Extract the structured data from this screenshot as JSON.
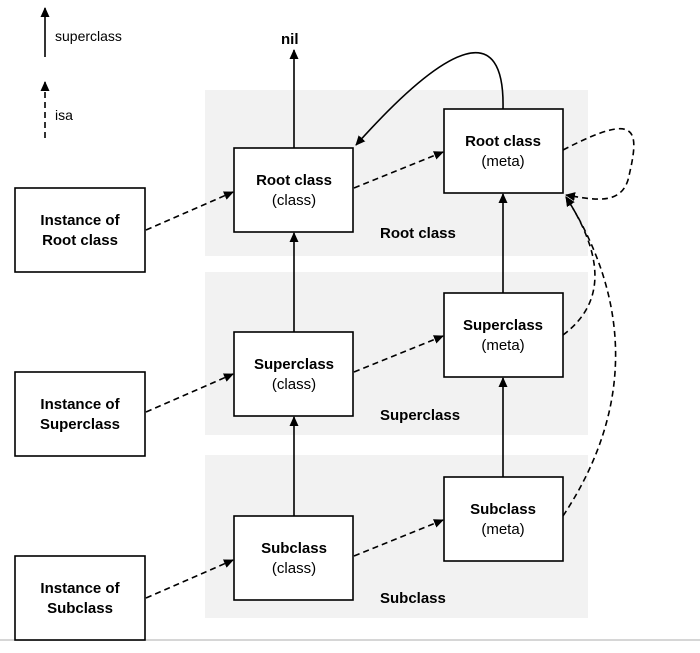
{
  "legend": {
    "superclass_label": "superclass",
    "isa_label": "isa"
  },
  "nil_label": "nil",
  "rows": {
    "root": {
      "band_label": "Root class"
    },
    "super": {
      "band_label": "Superclass"
    },
    "sub": {
      "band_label": "Subclass"
    }
  },
  "instances": {
    "root": [
      "Instance of",
      "Root class"
    ],
    "super": [
      "Instance of",
      "Superclass"
    ],
    "sub": [
      "Instance of",
      "Subclass"
    ]
  },
  "classes": {
    "root": {
      "name": "Root class",
      "kind": "(class)"
    },
    "super": {
      "name": "Superclass",
      "kind": "(class)"
    },
    "sub": {
      "name": "Subclass",
      "kind": "(class)"
    }
  },
  "metas": {
    "root": {
      "name": "Root class",
      "kind": "(meta)"
    },
    "super": {
      "name": "Superclass",
      "kind": "(meta)"
    },
    "sub": {
      "name": "Subclass",
      "kind": "(meta)"
    }
  }
}
